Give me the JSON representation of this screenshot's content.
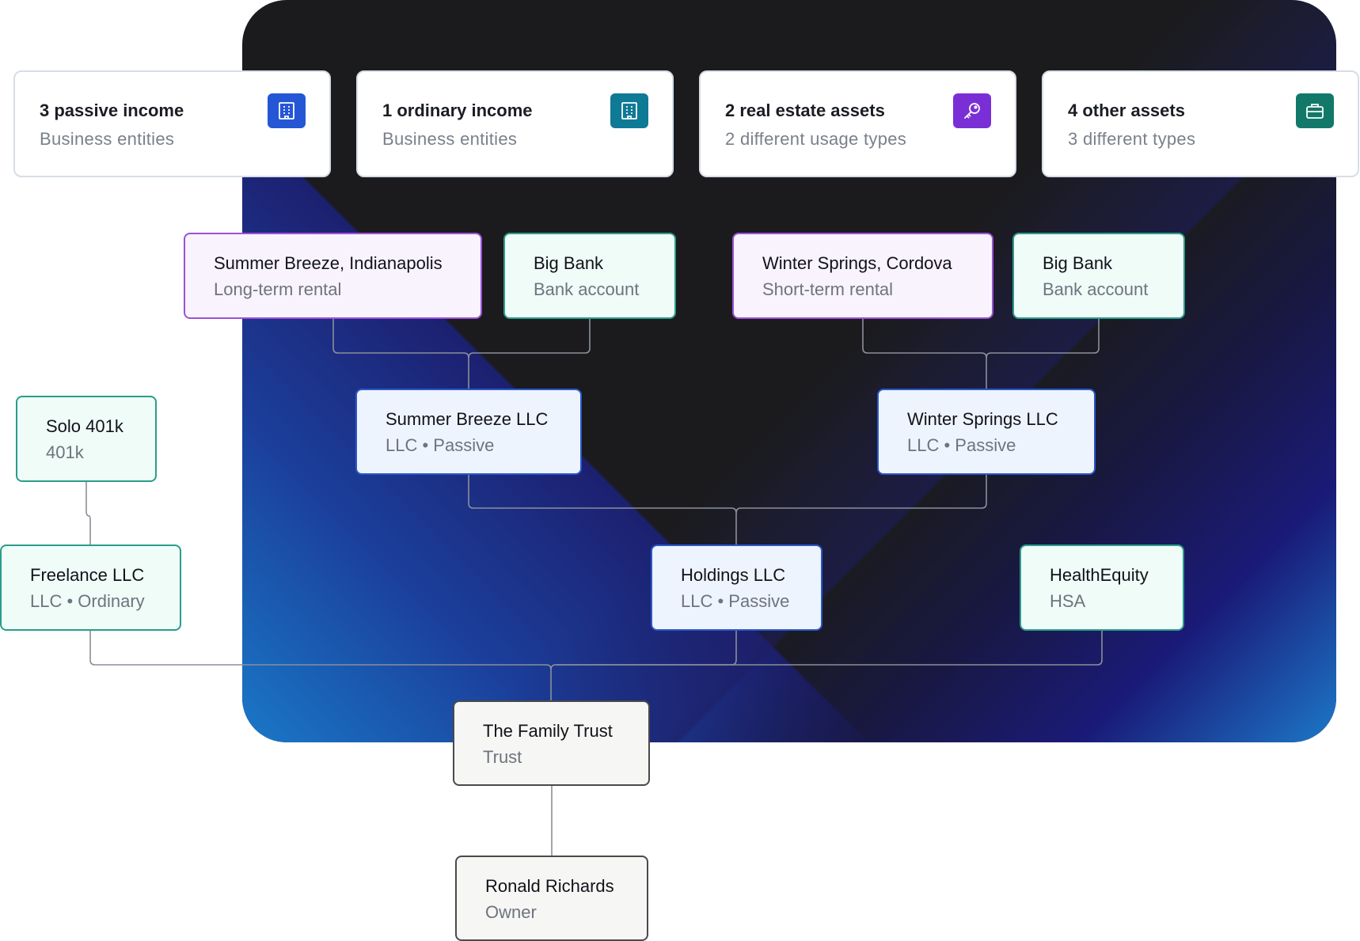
{
  "summary_cards": [
    {
      "title": "3 passive income",
      "subtitle": "Business entities",
      "icon": "building-icon",
      "icon_color": "#2456d6"
    },
    {
      "title": "1 ordinary income",
      "subtitle": "Business entities",
      "icon": "building-icon",
      "icon_color": "#0f7a95"
    },
    {
      "title": "2 real estate assets",
      "subtitle": "2 different usage types",
      "icon": "key-icon",
      "icon_color": "#7a2fd6"
    },
    {
      "title": "4 other assets",
      "subtitle": "3 different types",
      "icon": "briefcase-icon",
      "icon_color": "#12786a"
    }
  ],
  "nodes": {
    "summer_breeze_property": {
      "title": "Summer Breeze, Indianapolis",
      "subtitle": "Long-term rental"
    },
    "big_bank_1": {
      "title": "Big Bank",
      "subtitle": "Bank account"
    },
    "winter_springs_property": {
      "title": "Winter Springs, Cordova",
      "subtitle": "Short-term rental"
    },
    "big_bank_2": {
      "title": "Big Bank",
      "subtitle": "Bank account"
    },
    "solo_401k": {
      "title": "Solo 401k",
      "subtitle": "401k"
    },
    "summer_breeze_llc": {
      "title": "Summer Breeze LLC",
      "subtitle": "LLC • Passive"
    },
    "winter_springs_llc": {
      "title": "Winter Springs LLC",
      "subtitle": "LLC • Passive"
    },
    "freelance_llc": {
      "title": "Freelance LLC",
      "subtitle": "LLC • Ordinary"
    },
    "holdings_llc": {
      "title": "Holdings LLC",
      "subtitle": "LLC • Passive"
    },
    "health_equity": {
      "title": "HealthEquity",
      "subtitle": "HSA"
    },
    "family_trust": {
      "title": "The Family Trust",
      "subtitle": "Trust"
    },
    "owner": {
      "title": "Ronald Richards",
      "subtitle": "Owner"
    }
  },
  "colors": {
    "asset_border": "#9a52d6",
    "account_border": "#2a9d8a",
    "llc_border": "#2a58c8",
    "owner_border": "#4a4a4a",
    "panel_dark": "#1b1b1e"
  }
}
